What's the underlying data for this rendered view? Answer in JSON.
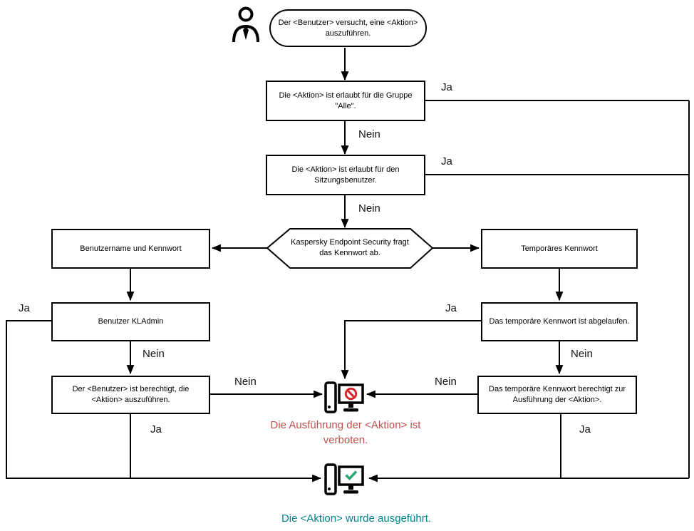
{
  "diagram": {
    "title_hint": "Kaspersky Endpoint Security Kennwortschutz-Ablauf",
    "start": "Der <Benutzer> versucht, eine <Aktion> auszuführen.",
    "nodes": {
      "group_allowed": "Die <Aktion> ist erlaubt für die Gruppe \"Alle\".",
      "session_allowed": "Die <Aktion> ist erlaubt für den Sitzungsbenutzer.",
      "password_prompt": "Kaspersky Endpoint Security fragt das Kennwort ab.",
      "username_password": "Benutzername und Kennwort",
      "kladmin": "Benutzer KLAdmin",
      "user_authorized": "Der <Benutzer> ist berechtigt, die <Aktion> auszuführen.",
      "temp_password": "Temporäres Kennwort",
      "temp_expired": "Das temporäre Kennwort ist abgelaufen.",
      "temp_authorizes": "Das temporäre Kennwort berechtigt zur Ausführung der <Aktion>."
    },
    "labels": {
      "ja": "Ja",
      "nein": "Nein"
    },
    "results": {
      "denied": "Die Ausführung der <Aktion> ist verboten.",
      "executed": "Die <Aktion> wurde ausgeführt."
    },
    "colors": {
      "line": "#000000",
      "prohibition_sign": "#d6262e",
      "denied_text": "#c0504d",
      "checkmark": "#2ba672",
      "executed_text": "#00838c"
    },
    "edges": [
      {
        "from": "start",
        "to": "group_allowed",
        "label": ""
      },
      {
        "from": "group_allowed",
        "to": "executed",
        "label": "Ja"
      },
      {
        "from": "group_allowed",
        "to": "session_allowed",
        "label": "Nein"
      },
      {
        "from": "session_allowed",
        "to": "executed",
        "label": "Ja"
      },
      {
        "from": "session_allowed",
        "to": "password_prompt",
        "label": "Nein"
      },
      {
        "from": "password_prompt",
        "to": "username_password",
        "label": ""
      },
      {
        "from": "password_prompt",
        "to": "temp_password",
        "label": ""
      },
      {
        "from": "username_password",
        "to": "kladmin",
        "label": ""
      },
      {
        "from": "kladmin",
        "to": "executed",
        "label": "Ja"
      },
      {
        "from": "kladmin",
        "to": "user_authorized",
        "label": "Nein"
      },
      {
        "from": "user_authorized",
        "to": "denied",
        "label": "Nein"
      },
      {
        "from": "user_authorized",
        "to": "executed",
        "label": "Ja"
      },
      {
        "from": "temp_password",
        "to": "temp_expired",
        "label": ""
      },
      {
        "from": "temp_expired",
        "to": "denied",
        "label": "Ja"
      },
      {
        "from": "temp_expired",
        "to": "temp_authorizes",
        "label": "Nein"
      },
      {
        "from": "temp_authorizes",
        "to": "denied",
        "label": "Nein"
      },
      {
        "from": "temp_authorizes",
        "to": "executed",
        "label": "Ja"
      }
    ]
  }
}
